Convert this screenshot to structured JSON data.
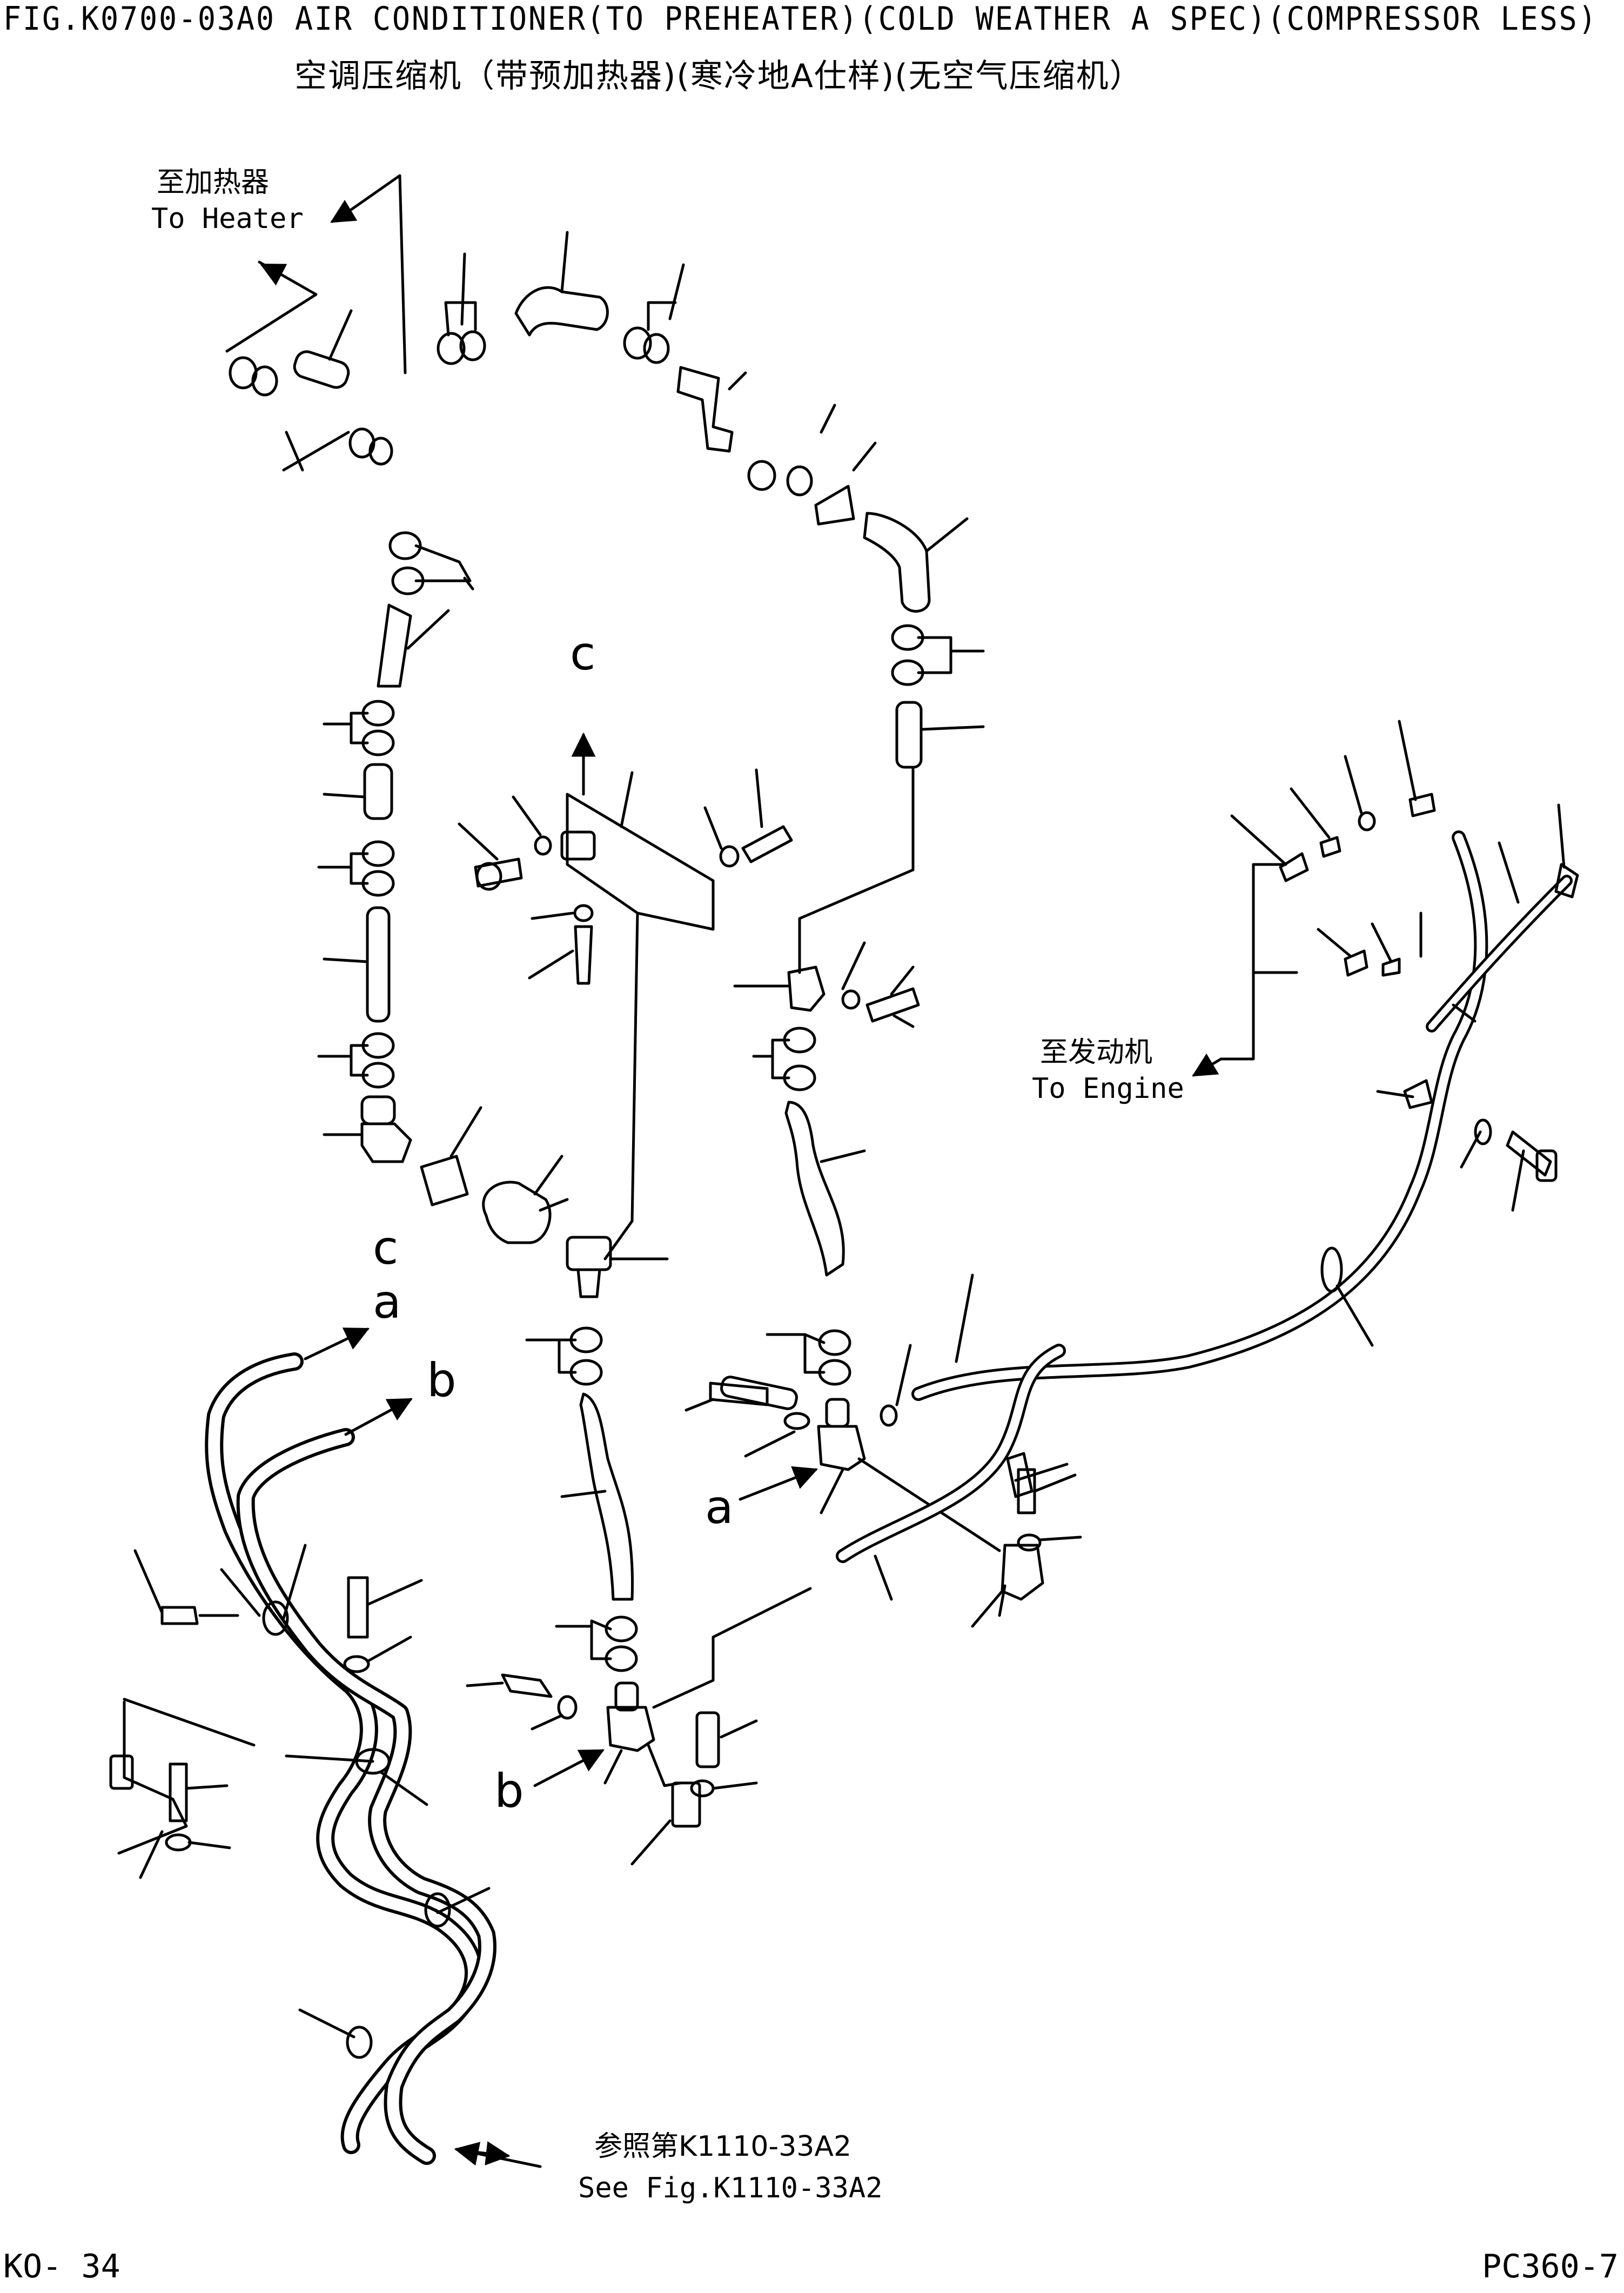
{
  "header": {
    "figure_title_en": "FIG.K0700-03A0  AIR CONDITIONER(TO PREHEATER)(COLD WEATHER A SPEC)(COMPRESSOR LESS)",
    "figure_title_cn": "空调压缩机（带预加热器)(寒冷地A仕样)(无空气压缩机）"
  },
  "callouts": {
    "to_heater_cn": "至加热器",
    "to_heater_en": "To Heater",
    "to_engine_cn": "至发动机",
    "to_engine_en": "To Engine",
    "see_fig_cn": "参照第K1110-33A2",
    "see_fig_en": "See Fig.K1110-33A2"
  },
  "reference_marks": {
    "c_top": "c",
    "c_bottom": "c",
    "a_upper": "a",
    "b_upper": "b",
    "a_lower": "a",
    "b_lower": "b"
  },
  "footer": {
    "page_code": "KO- 34",
    "model": "PC360-7"
  }
}
